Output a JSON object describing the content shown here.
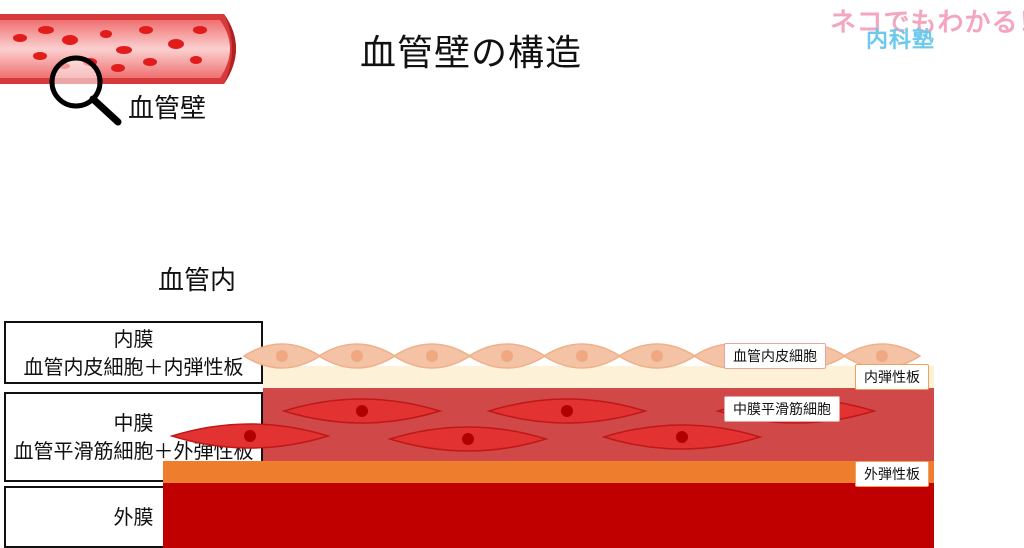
{
  "title": "血管壁の構造",
  "vessel_label": "血管壁",
  "lumen_label": "血管内",
  "brand": {
    "line1": "ネコでもわかる！",
    "line2": "内科塾"
  },
  "layers": [
    {
      "name": "内膜",
      "detail": "血管内皮細胞＋内弾性板"
    },
    {
      "name": "中膜",
      "detail": "血管平滑筋細胞＋外弾性板"
    },
    {
      "name": "外膜"
    }
  ],
  "tags": {
    "endothelial": "血管内皮細胞",
    "internal_elastic": "内弾性板",
    "smooth_muscle": "中膜平滑筋細胞",
    "external_elastic": "外弾性板"
  },
  "colors": {
    "endothelium": "#f4c2a4",
    "internal_elastic_lamina": "#fdf2d8",
    "media": "#d04848",
    "smooth_muscle_cell": "#e23232",
    "external_elastic_lamina": "#ee7d2e",
    "adventitia": "#c00000"
  },
  "icons": [
    "magnifier-icon",
    "blood-vessel-illustration"
  ]
}
